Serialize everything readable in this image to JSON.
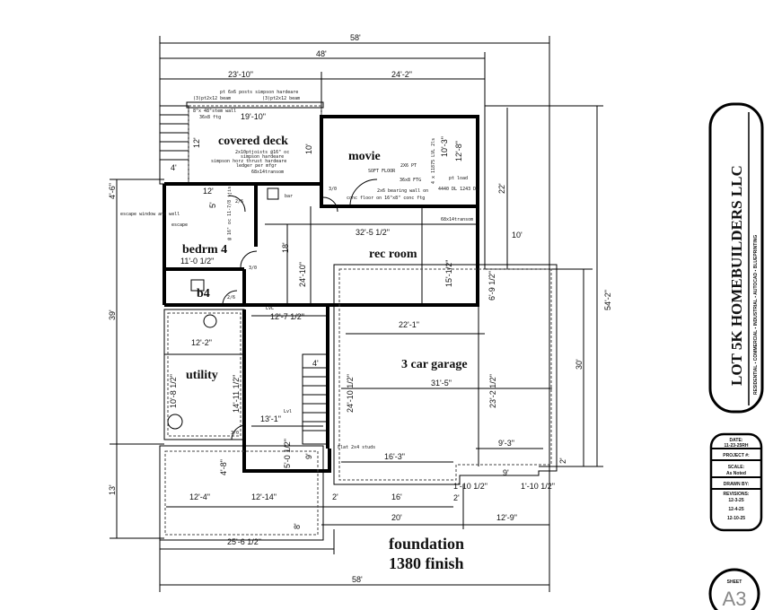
{
  "plan": {
    "rooms": {
      "covered_deck": "covered deck",
      "movie": "movie",
      "bedroom": "bedrm 4",
      "rec_room": "rec room",
      "bath": "b4",
      "utility": "utility",
      "garage": "3 car garage"
    },
    "caption": {
      "line1": "foundation",
      "line2": "1380 finish"
    },
    "dimensions": {
      "overall_top": "58'",
      "top_48": "48'",
      "top_left": "23'-10\"",
      "top_right": "24'-2\"",
      "deck_width": "19'-10\"",
      "deck_depth": "12'",
      "deck_10": "10'",
      "deck_4": "4'",
      "bed_12": "12'",
      "bed_5": "5'",
      "bed_width": "11'-0 1/2\"",
      "rec_width": "32'-5 1/2\"",
      "rec_depth": "15'-1/2\"",
      "hall_18": "18'",
      "hall_24_10": "24'-10\"",
      "movie_10_3": "10'-3\"",
      "movie_12_8": "12'-8\"",
      "right_22": "22'",
      "right_10": "10'",
      "right_54_2": "54'-2\"",
      "right_30": "30'",
      "right_6_9": "6'-9 1/2\"",
      "hall_12_7": "12'-7 1/2\"",
      "garage_22_1": "22'-1\"",
      "util_12_2": "12'-2\"",
      "util_14_11": "14'-11 1/2\"",
      "util_10_8": "10'-8 1/2\"",
      "stair_4": "4'",
      "garage_31_5": "31'-5\"",
      "garage_23_2": "23'-2 1/2\"",
      "garage_24_10": "24'-10 1/2\"",
      "hall_13_1": "13'-1\"",
      "hall_9": "9'",
      "hall_5_0": "5'-0 1/2\"",
      "garage_16_3": "16'-3\"",
      "garage_9_3": "9'-3\"",
      "garage_9": "9'",
      "garage_2": "2'",
      "left_39": "39'",
      "left_4_6": "4'-6\"",
      "left_13": "13'",
      "low_4_8": "4'-8\"",
      "low_12_4": "12'-4\"",
      "low_12_14": "12'-14\"",
      "low_8": "8'",
      "low_2": "2'",
      "low_16": "16'",
      "low_2b": "2'",
      "low_1_10a": "1'-10 1/2\"",
      "low_1_10b": "1'-10 1/2\"",
      "bottom_20": "20'",
      "bottom_12_9": "12'-9\"",
      "bottom_25_6": "25'-6 1/2\"",
      "overall_bottom": "58'"
    },
    "notes": {
      "posts": "pt 6x6 posts simpson hardeare",
      "beam_left": "(3)pt2x12 beam",
      "beam_right": "(3)pt2x12 beam",
      "ledger_wall": "8\"x 48\"stem wall",
      "ftg": "36x8 ftg",
      "joists1": "2x10ptjoists @16\" oc",
      "joists2": "simpson hardeare",
      "joists3": "simpson horz thrust hardeare",
      "joists4": "ledger per mfgr",
      "transom1": "68x14transom",
      "transom2": "68x14transom",
      "soffit": "SOFT FLOOR",
      "pt236": "2X6 PT",
      "ftg2": "36x8 FTG",
      "lvl": "4 x 11875 LVL 2ls",
      "ptload": "pt load",
      "load2": "4440 DL 1243 DL",
      "bearing1": "2x6 bearing wall on",
      "bearing2": "conc floor on 16\"x8\" conc ftg",
      "escape": "escape",
      "escape_well": "escape window and well",
      "bar": "bar",
      "door_26a": "2/6",
      "door_26b": "2/6",
      "door_30a": "3/0",
      "door_30b": "3/0",
      "door_30c": "3/0",
      "joist_spec": "@ 16\" oc 11-7/8 tjis",
      "lvl_label": "LVL",
      "lvl2": "Lvl",
      "flat": "Flat 2x4 studs"
    }
  },
  "title_block": {
    "company": "LOT 5K HOMEBUILDERS LLC",
    "services": "RESIDENTIAL  ▪  COMMERCIAL  ▪  INDUSTRIAL  ▪  AUTOCAD  ▪  BLUEPRINTING",
    "date_label": "DATE:",
    "date_value": "11-23-25RH",
    "project_label": "PROJECT #:",
    "scale_label": "SCALE:",
    "scale_value": "As Noted",
    "drawn_label": "DRAWN BY:",
    "revisions_label": "REVISIONS:",
    "revisions": [
      "12-3-25",
      "12-4-25",
      "12-10-25"
    ],
    "sheet_label": "SHEET",
    "sheet_value": "A3"
  }
}
